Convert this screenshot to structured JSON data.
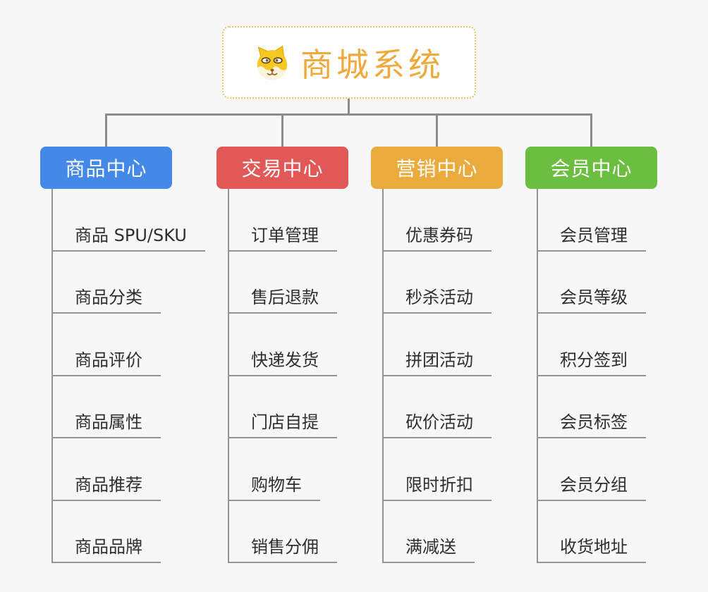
{
  "root": {
    "title": "商城系统",
    "icon": "doge-icon"
  },
  "branches": [
    {
      "label": "商品中心",
      "color": "#4589E8",
      "items": [
        "商品 SPU/SKU",
        "商品分类",
        "商品评价",
        "商品属性",
        "商品推荐",
        "商品品牌"
      ]
    },
    {
      "label": "交易中心",
      "color": "#E25857",
      "items": [
        "订单管理",
        "售后退款",
        "快递发货",
        "门店自提",
        "购物车",
        "销售分佣"
      ]
    },
    {
      "label": "营销中心",
      "color": "#EBAA3C",
      "items": [
        "优惠券码",
        "秒杀活动",
        "拼团活动",
        "砍价活动",
        "限时折扣",
        "满减送"
      ]
    },
    {
      "label": "会员中心",
      "color": "#6CBE41",
      "items": [
        "会员管理",
        "会员等级",
        "积分签到",
        "会员标签",
        "会员分组",
        "收货地址"
      ]
    }
  ],
  "colors": {
    "background": "#F7F7F7",
    "accent": "#EFA93D",
    "root_border": "#F0C36B",
    "connector_line": "#8C8C8C",
    "item_line": "#949494"
  }
}
